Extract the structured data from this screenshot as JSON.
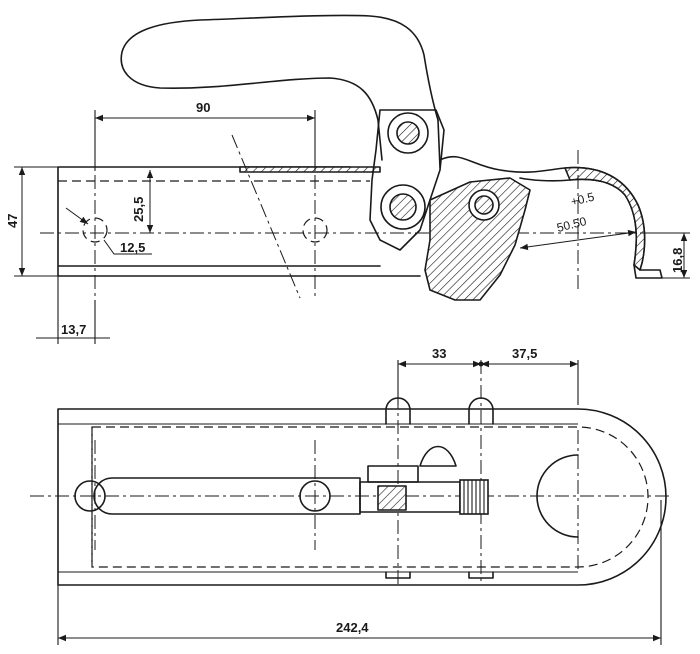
{
  "dimensions": {
    "length_90": "90",
    "height_47": "47",
    "offset_25_5": "25,5",
    "hole_12_5": "12,5",
    "offset_13_7": "13,7",
    "tolerance": "+0.5",
    "ball_50": "50.50",
    "height_16_8": "16,8",
    "spacing_33": "33",
    "spacing_37_5": "37,5",
    "total_242_4": "242,4"
  },
  "colors": {
    "ink": "#1a1a1a",
    "paper": "#ffffff"
  }
}
